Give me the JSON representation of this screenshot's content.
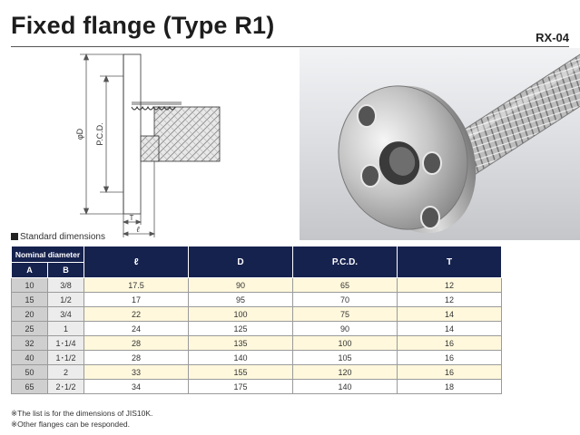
{
  "header": {
    "title": "Fixed flange (Type R1)",
    "code": "RX-04"
  },
  "diagram": {
    "label_outer_diameter": "φD",
    "label_pcd": "P.C.D.",
    "label_thickness": "T",
    "label_length": "ℓ"
  },
  "section": {
    "label": "Standard dimensions"
  },
  "table": {
    "group_header": "Nominal diameter",
    "sub_headers": [
      "A",
      "B"
    ],
    "value_headers": [
      "ℓ",
      "D",
      "P.C.D.",
      "T"
    ],
    "rows": [
      {
        "a": "10",
        "b": "3/8",
        "l": "17.5",
        "d": "90",
        "pcd": "65",
        "t": "12"
      },
      {
        "a": "15",
        "b": "1/2",
        "l": "17",
        "d": "95",
        "pcd": "70",
        "t": "12"
      },
      {
        "a": "20",
        "b": "3/4",
        "l": "22",
        "d": "100",
        "pcd": "75",
        "t": "14"
      },
      {
        "a": "25",
        "b": "1",
        "l": "24",
        "d": "125",
        "pcd": "90",
        "t": "14"
      },
      {
        "a": "32",
        "b": "1･1/4",
        "l": "28",
        "d": "135",
        "pcd": "100",
        "t": "16"
      },
      {
        "a": "40",
        "b": "1･1/2",
        "l": "28",
        "d": "140",
        "pcd": "105",
        "t": "16"
      },
      {
        "a": "50",
        "b": "2",
        "l": "33",
        "d": "155",
        "pcd": "120",
        "t": "16"
      },
      {
        "a": "65",
        "b": "2･1/2",
        "l": "34",
        "d": "175",
        "pcd": "140",
        "t": "18"
      }
    ]
  },
  "notes": [
    "※The list is for the dimensions of JIS10K.",
    "※Other flanges can be responded."
  ],
  "colors": {
    "header_navy": "#16224e",
    "row_highlight": "#fff8dc",
    "col_a_gray": "#cfcfcf",
    "col_b_gray": "#ececec"
  }
}
